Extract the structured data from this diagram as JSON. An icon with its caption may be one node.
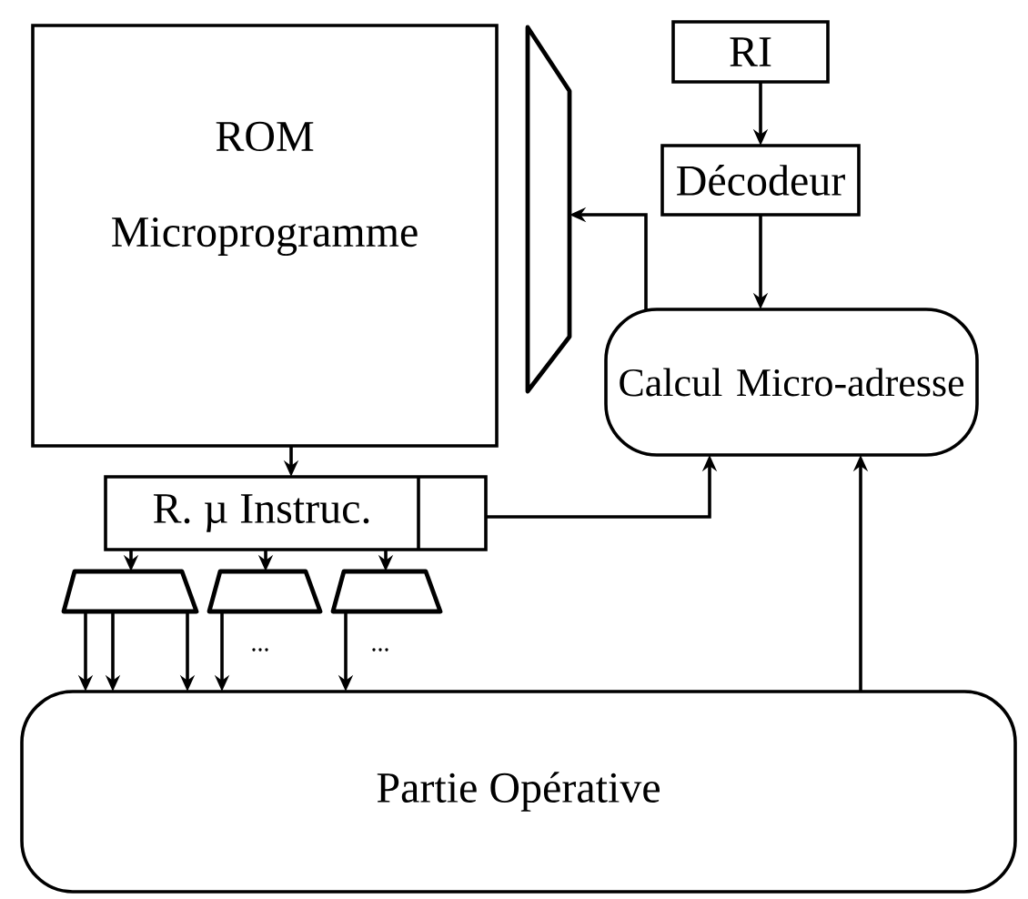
{
  "diagram": {
    "nodes": [
      {
        "text": [
          "ROM",
          "Microprogramme"
        ]
      },
      {
        "text": [],
        "shape": "trapezoid"
      },
      {
        "text": [
          "RI"
        ]
      },
      {
        "text": [
          "Décodeur"
        ]
      },
      {
        "text": [
          "Calcul Micro-adresse"
        ]
      },
      {
        "text": [
          "R. µ Instruc."
        ]
      },
      {
        "text": [],
        "shape": "trapezoid"
      },
      {
        "text": [],
        "shape": "trapezoid"
      },
      {
        "text": [],
        "shape": "trapezoid"
      },
      {
        "text": [
          "Partie Opérative"
        ]
      }
    ],
    "edges": [
      {
        "from": 2,
        "to": 3,
        "arrow": "to"
      },
      {
        "from": 3,
        "to": 4,
        "arrow": "to"
      },
      {
        "from": 4,
        "to": 1,
        "arrow": "to"
      },
      {
        "from": 0,
        "to": 5,
        "arrow": "to"
      },
      {
        "from": 5,
        "to": 4,
        "arrow": "to"
      },
      {
        "from": 5,
        "to": 6,
        "arrow": "to"
      },
      {
        "from": 5,
        "to": 7,
        "arrow": "to"
      },
      {
        "from": 5,
        "to": 8,
        "arrow": "to"
      },
      {
        "from": 6,
        "to": 9,
        "arrow": "to"
      },
      {
        "from": 6,
        "to": 9,
        "arrow": "to"
      },
      {
        "from": 6,
        "to": 9,
        "arrow": "to"
      },
      {
        "from": 7,
        "to": 9,
        "arrow": "to"
      },
      {
        "from": 8,
        "to": 9,
        "arrow": "to"
      },
      {
        "from": 9,
        "to": 4,
        "arrow": "to"
      }
    ],
    "labels": [
      "...",
      "..."
    ]
  }
}
